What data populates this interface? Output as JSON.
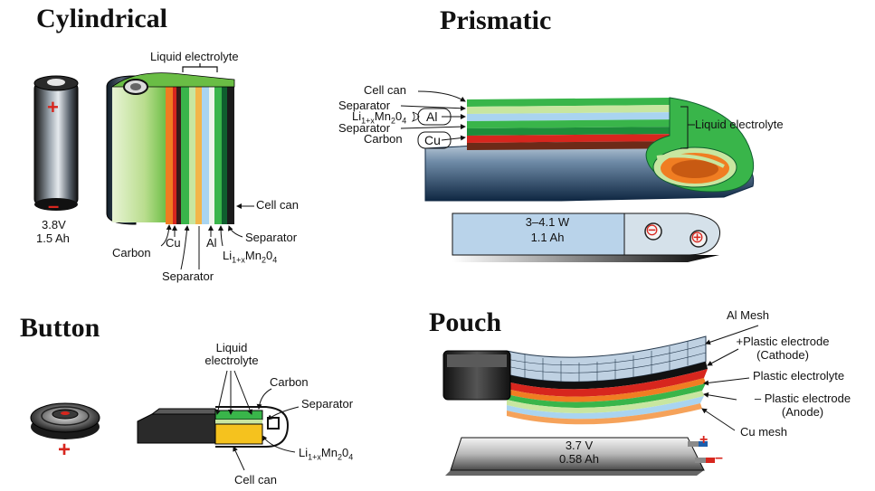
{
  "sections": {
    "cylindrical": {
      "title": "Cylindrical",
      "voltage": "3.8V",
      "capacity": "1.5 Ah",
      "plus_sign": "+",
      "minus_sign": "–",
      "labels": {
        "liquid_electrolyte": "Liquid electrolyte",
        "cell_can": "Cell can",
        "separator_right": "Separator",
        "carbon": "Carbon",
        "cu": "Cu",
        "al": "Al",
        "cathode_main": "Li",
        "cathode_sub1": "1+x",
        "cathode_mid": "Mn",
        "cathode_sub2": "2",
        "cathode_end": "0",
        "cathode_sub3": "4",
        "separator_bottom": "Separator"
      }
    },
    "prismatic": {
      "title": "Prismatic",
      "labels": {
        "cell_can": "Cell can",
        "separator_1": "Separator",
        "cathode_main": "Li",
        "cathode_sub1": "1+x",
        "cathode_mid": "Mn",
        "cathode_sub2": "2",
        "cathode_end": "0",
        "cathode_sub3": "4",
        "al": "Al",
        "separator_2": "Separator",
        "carbon": "Carbon",
        "cu": "Cu",
        "liquid_electrolyte": "Liquid electrolyte"
      },
      "rating": "3–4.1 W",
      "capacity": "1.1 Ah",
      "minus_sign": "⊖",
      "plus_sign": "⊕"
    },
    "button": {
      "title": "Button",
      "plus_sign": "+",
      "labels": {
        "liquid_electrolyte_1": "Liquid",
        "liquid_electrolyte_2": "electrolyte",
        "carbon": "Carbon",
        "separator": "Separator",
        "cathode_main": "Li",
        "cathode_sub1": "1+x",
        "cathode_mid": "Mn",
        "cathode_sub2": "2",
        "cathode_end": "0",
        "cathode_sub3": "4",
        "cell_can": "Cell can"
      }
    },
    "pouch": {
      "title": "Pouch",
      "labels": {
        "al_mesh": "Al Mesh",
        "cathode_1": "+Plastic electrode",
        "cathode_2": "(Cathode)",
        "plastic_electrolyte": "Plastic electrolyte",
        "anode_1": "– Plastic electrode",
        "anode_2": "(Anode)",
        "cu_mesh": "Cu mesh"
      },
      "voltage": "3.7 V",
      "capacity": "0.58 Ah",
      "plus_sign": "+",
      "minus_sign": "–"
    }
  },
  "colors": {
    "green": "#39b54a",
    "light_green": "#c8e6a0",
    "orange": "#f07d22",
    "red": "#d7261e",
    "light_blue": "#a9d4f0",
    "dark_blue": "#1b3f68",
    "gray": "#8c8c8c"
  }
}
